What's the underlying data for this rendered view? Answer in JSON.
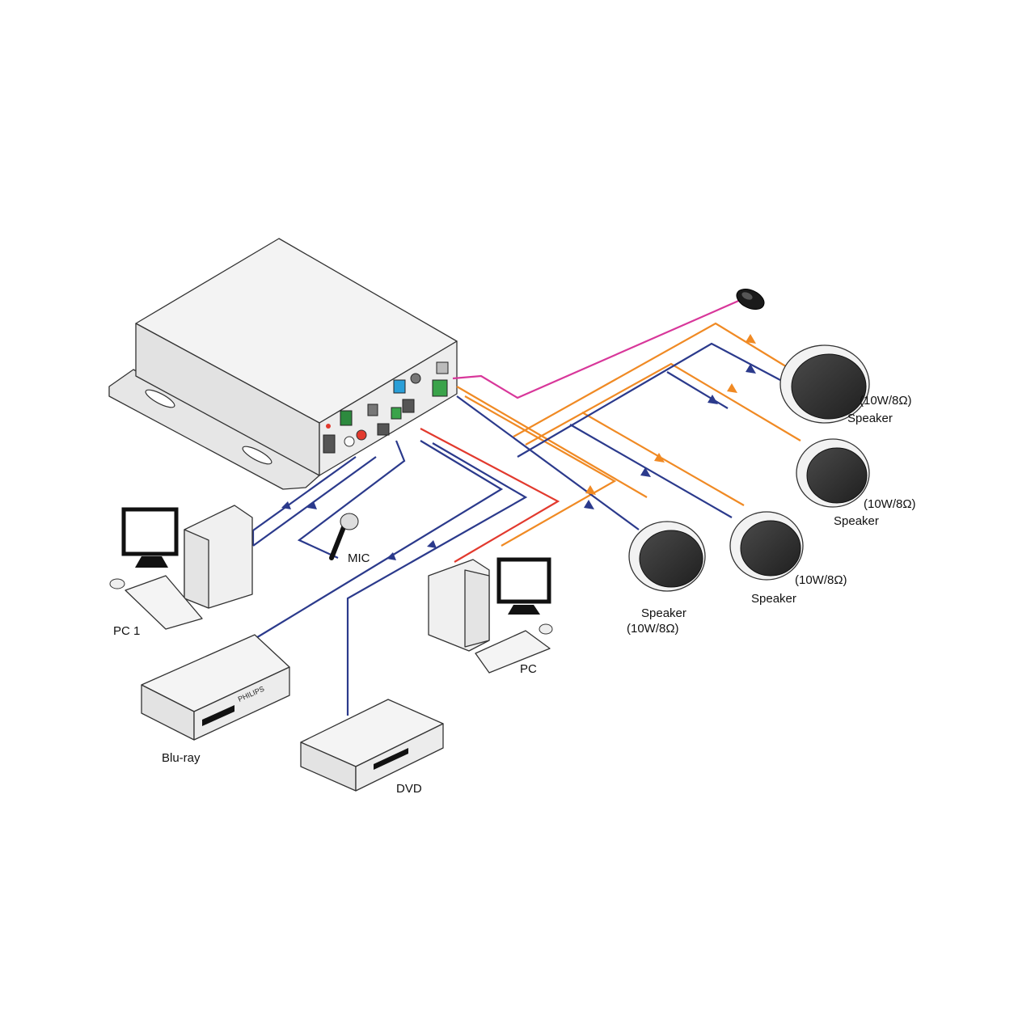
{
  "labels": {
    "pc1": "PC 1",
    "mic": "MIC",
    "pc": "PC",
    "bluray": "Blu-ray",
    "dvd": "DVD",
    "speaker1_name": "Speaker",
    "speaker1_rating": "(10W/8Ω)",
    "speaker2_name": "Speaker",
    "speaker2_rating": "(10W/8Ω)",
    "speaker3_name": "Speaker",
    "speaker3_rating": "(10W/8Ω)",
    "speaker4_name": "Speaker",
    "speaker4_rating": "(10W/8Ω)",
    "bluray_brand": "PHILIPS"
  },
  "colors": {
    "audio_in": "#2b3a8c",
    "speaker_out_a": "#f08a24",
    "speaker_out_b": "#2b3a8c",
    "pc_audio": "#e23a2e",
    "ir_sensor": "#d8379a",
    "device_fill": "#f1f1f1",
    "device_stroke": "#333333",
    "speaker_grill": "#3a3a3a",
    "terminal_green": "#3aa34a",
    "port_blue": "#2a9fd8"
  }
}
